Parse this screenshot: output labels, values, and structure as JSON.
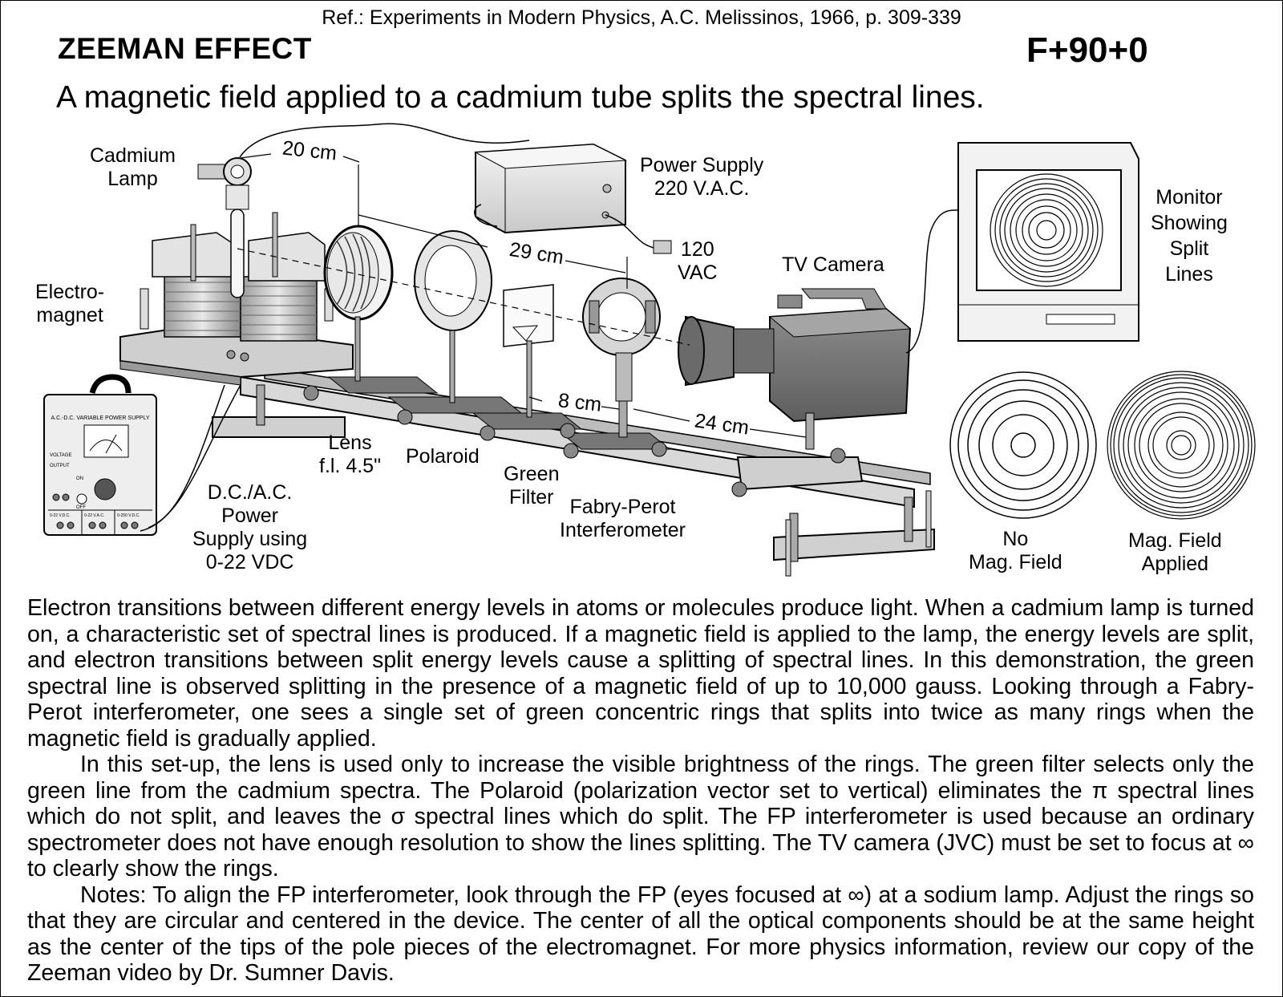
{
  "header": {
    "reference": "Ref.: Experiments in Modern Physics, A.C. Melissinos, 1966, p. 309-339",
    "title": "ZEEMAN EFFECT",
    "code": "F+90+0",
    "subtitle": "A magnetic field applied to a cadmium tube splits the spectral lines."
  },
  "diagram": {
    "labels": {
      "cadmium_lamp": [
        "Cadmium",
        "Lamp"
      ],
      "electromagnet": [
        "Electro-",
        "magnet"
      ],
      "power_supply_220": [
        "Power Supply",
        "220 V.A.C."
      ],
      "vac_120": [
        "120",
        "VAC"
      ],
      "tv_camera": "TV Camera",
      "monitor": [
        "Monitor",
        "Showing",
        "Split",
        "Lines"
      ],
      "lens": [
        "Lens",
        "f.l. 4.5\""
      ],
      "polaroid": "Polaroid",
      "green_filter": [
        "Green",
        "Filter"
      ],
      "fabry_perot": [
        "Fabry-Perot",
        "Interferometer"
      ],
      "dc_ac_supply": [
        "D.C./A.C.",
        "Power",
        "Supply using",
        "0-22 VDC"
      ],
      "no_field": [
        "No",
        "Mag. Field"
      ],
      "field_applied": [
        "Mag. Field",
        "Applied"
      ]
    },
    "dimensions": {
      "lamp_to_lens": "20 cm",
      "lens_to_fp": "29 cm",
      "filter_to_fp": "8 cm",
      "fp_to_camera": "24 cm"
    },
    "device_text": {
      "supply_name": "A.C.-D.C. VARIABLE POWER SUPPLY",
      "voltage": "VOLTAGE",
      "output": "OUTPUT",
      "on": "ON",
      "off": "OFF",
      "range_1": "0-22 V.D.C.",
      "range_2": "0-22 V.A.C.",
      "range_3": "0-250 V.D.C."
    }
  },
  "body": {
    "paragraphs": [
      "Electron transitions between different energy levels in atoms or molecules produce light. When a cadmium lamp is turned on, a characteristic set of spectral lines is produced. If a magnetic field is applied to the lamp, the energy levels are split, and electron transitions between split energy levels cause a splitting of spectral lines. In this demonstration, the green spectral line is observed splitting in the presence of a magnetic field of up to 10,000 gauss. Looking through a Fabry-Perot interferometer, one sees a single set of green concentric rings that splits into twice as many rings when the magnetic field is gradually applied.",
      "In this set-up, the lens is used only to increase the visible brightness of the rings. The green filter selects only the green line from the cadmium spectra. The Polaroid (polarization vector set to vertical) eliminates the π spectral lines which do not split, and leaves the σ spectral lines which do split. The FP interferometer is used because an ordinary spectrometer does not have enough resolution to show the lines splitting. The TV camera (JVC) must be set to focus at ∞ to clearly show the rings.",
      "Notes: To align the FP interferometer, look through the FP (eyes focused at ∞) at a sodium lamp. Adjust the rings so that they are circular and centered in the device. The center of all the optical components should be at the same height as the center of the tips of the pole pieces of the electromagnet. For more physics information, review our copy of the Zeeman video by Dr. Sumner Davis."
    ]
  }
}
